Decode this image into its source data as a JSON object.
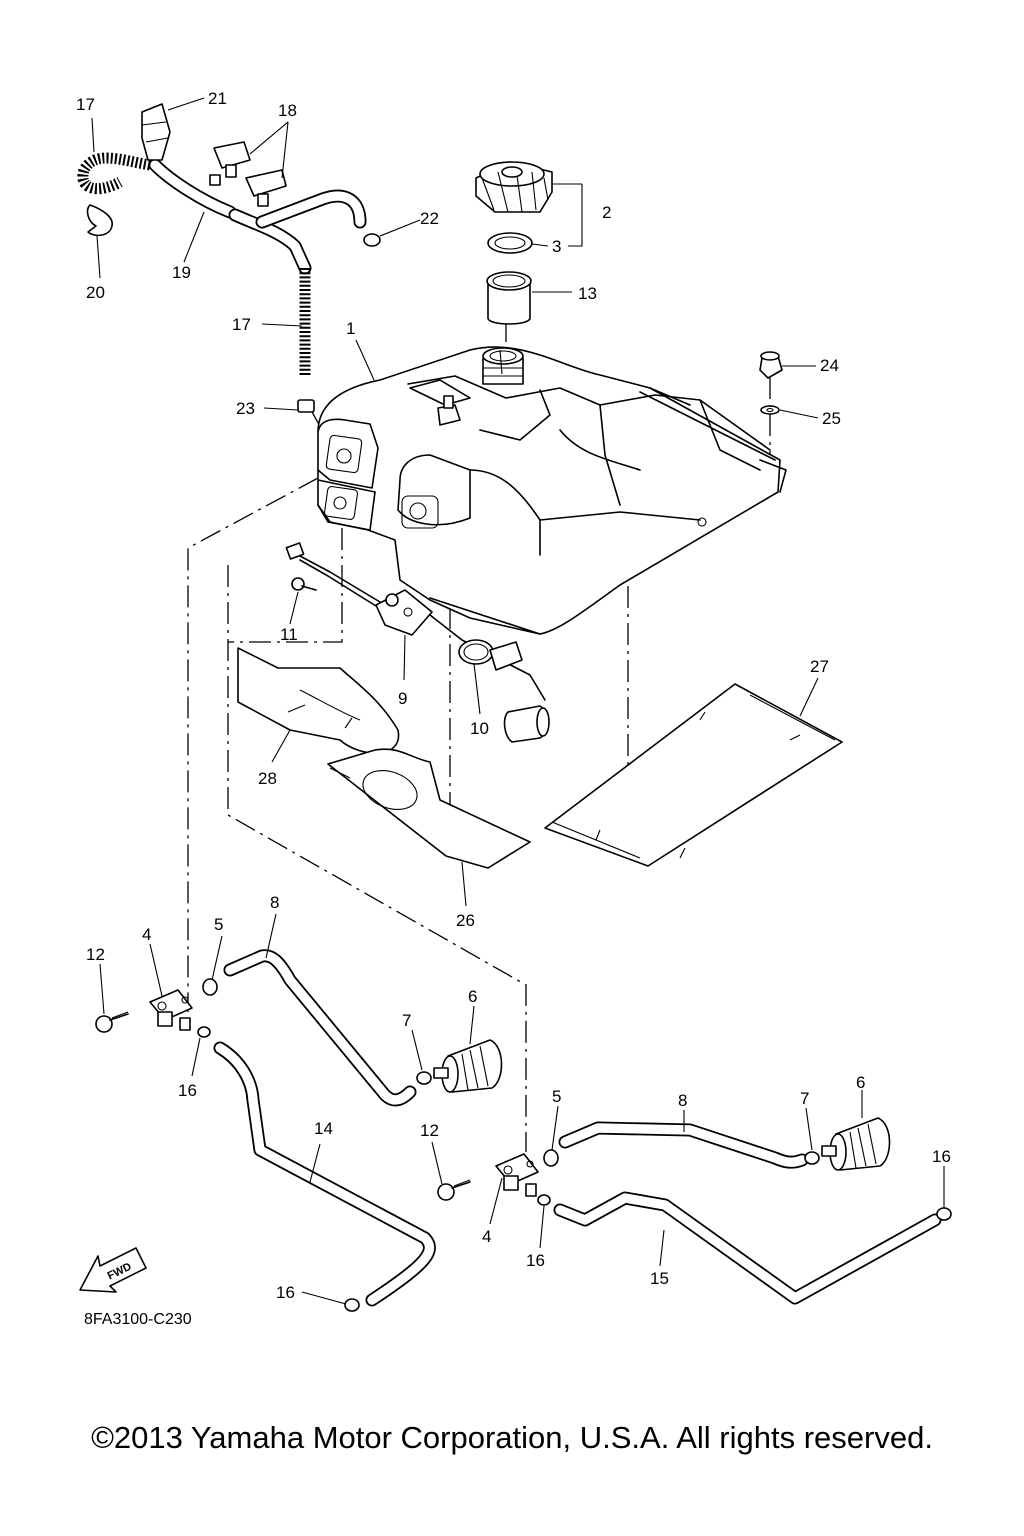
{
  "diagram": {
    "part_code": "8FA3100-C230",
    "fwd_label": "FWD",
    "callouts": {
      "p1": "1",
      "p2": "2",
      "p3": "3",
      "p4a": "4",
      "p4b": "4",
      "p5a": "5",
      "p5b": "5",
      "p6a": "6",
      "p6b": "6",
      "p7a": "7",
      "p7b": "7",
      "p8a": "8",
      "p8b": "8",
      "p9": "9",
      "p10": "10",
      "p11": "11",
      "p12a": "12",
      "p12b": "12",
      "p13": "13",
      "p14": "14",
      "p15": "15",
      "p16a": "16",
      "p16b": "16",
      "p16c": "16",
      "p16d": "16",
      "p17a": "17",
      "p17b": "17",
      "p18": "18",
      "p19": "19",
      "p20": "20",
      "p21": "21",
      "p22": "22",
      "p23": "23",
      "p24": "24",
      "p25": "25",
      "p26": "26",
      "p27": "27",
      "p28": "28"
    }
  },
  "footer": {
    "copyright": "©2013 Yamaha Motor Corporation, U.S.A. All rights reserved."
  }
}
